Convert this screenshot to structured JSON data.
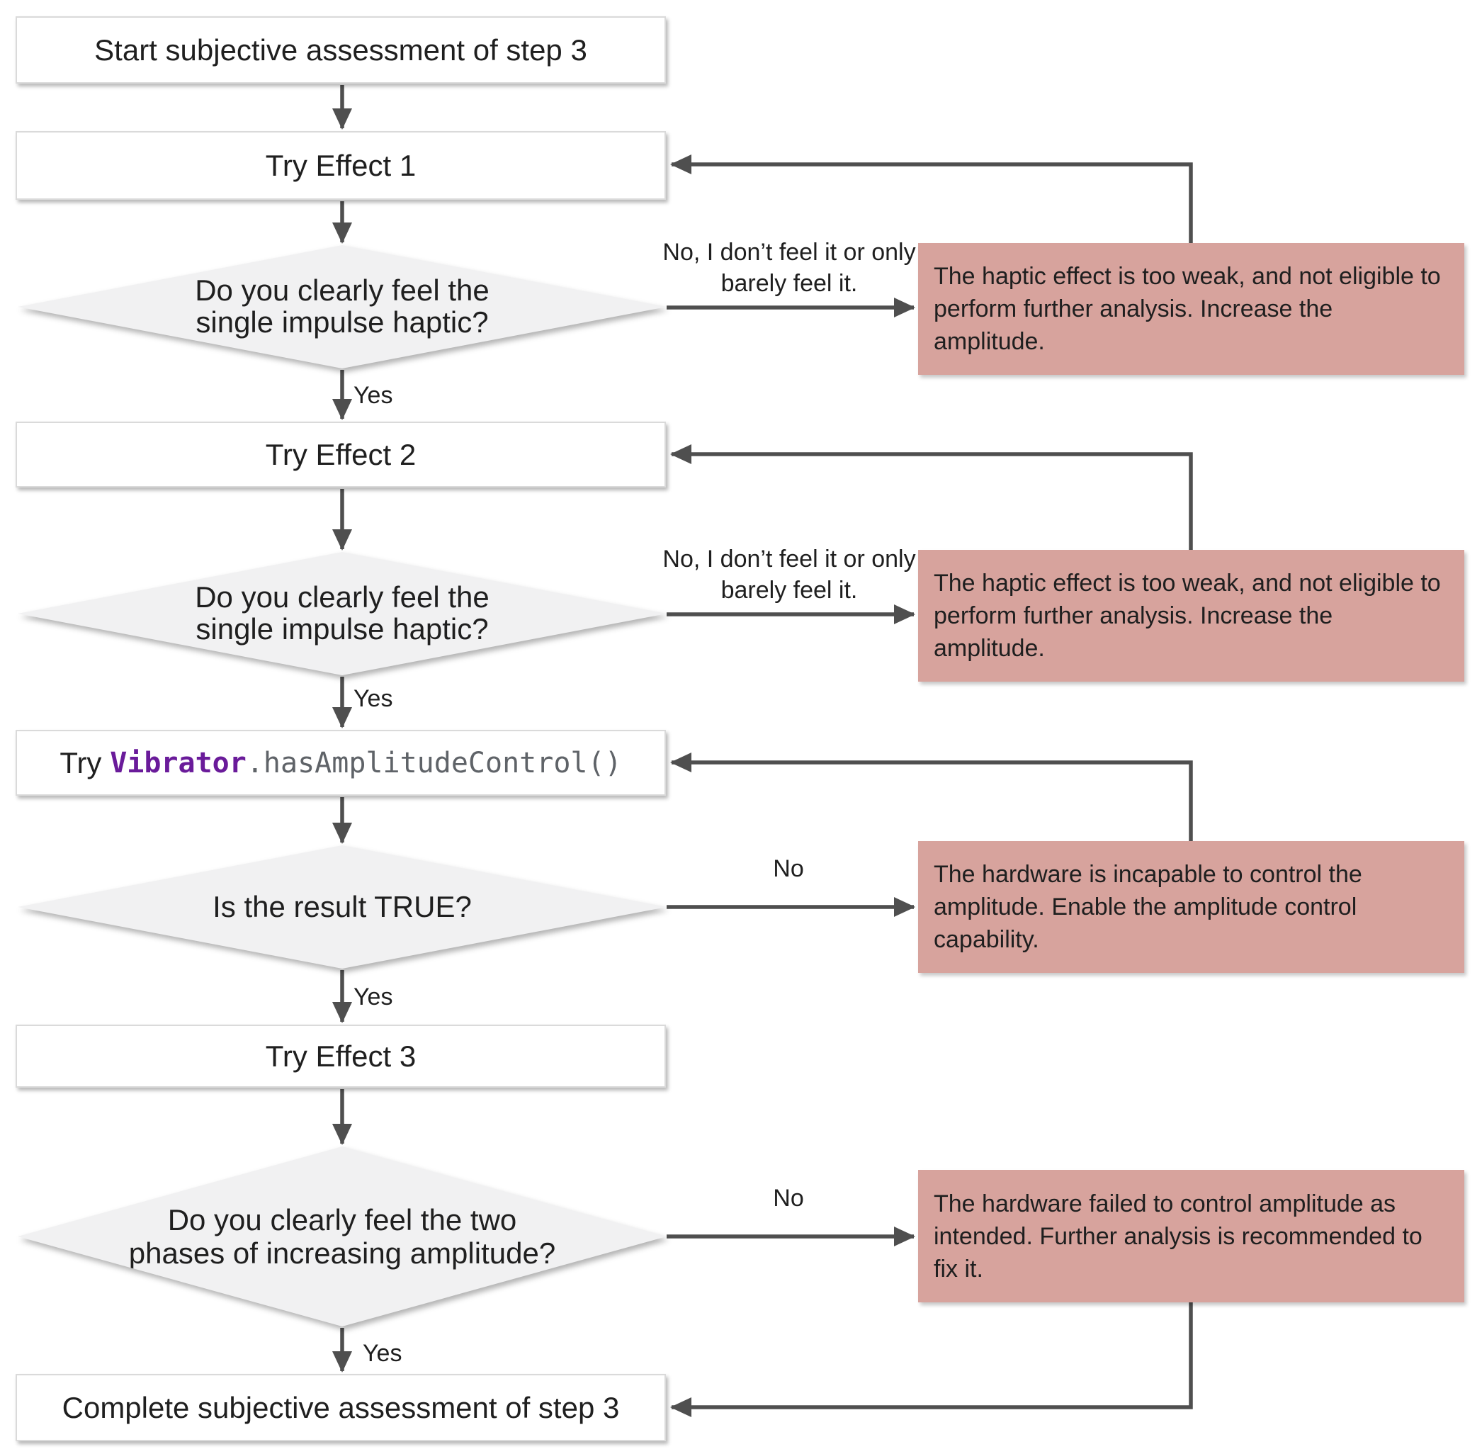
{
  "flow": {
    "nodes": {
      "start": {
        "label": "Start subjective assessment of step 3"
      },
      "try_effect_1": {
        "label": "Try Effect 1"
      },
      "decision_feel_1": {
        "label": "Do you clearly feel the single impulse haptic?"
      },
      "try_effect_2": {
        "label": "Try Effect 2"
      },
      "decision_feel_2": {
        "label": "Do you clearly feel the single impulse haptic?"
      },
      "api_check": {
        "prefix": "Try",
        "code_class": "Vibrator",
        "code_rest": ".hasAmplitudeControl()"
      },
      "decision_result_true": {
        "label": "Is the result TRUE?"
      },
      "try_effect_3": {
        "label": "Try Effect 3"
      },
      "decision_two_phases": {
        "label": "Do you clearly feel the two phases of increasing amplitude?"
      },
      "complete": {
        "label": "Complete subjective assessment of step 3"
      }
    },
    "alerts": {
      "too_weak_1": {
        "text": "The haptic effect is too weak, and not eligible to perform further analysis. Increase the amplitude."
      },
      "too_weak_2": {
        "text": "The haptic effect is too weak, and not eligible to perform further analysis. Increase the amplitude."
      },
      "no_amplitude_control": {
        "text": "The hardware is incapable to control the amplitude. Enable the amplitude control capability."
      },
      "failed_control": {
        "text": "The hardware failed to control amplitude as intended. Further analysis is recommended to fix it."
      }
    },
    "edge_labels": {
      "no_feel_1": "No, I don’t feel it or only barely feel it.",
      "no_feel_2": "No, I don’t feel it or only barely feel it.",
      "no_3": "No",
      "no_4": "No",
      "yes_1": "Yes",
      "yes_2": "Yes",
      "yes_3": "Yes",
      "yes_4": "Yes"
    },
    "colors": {
      "alert_bg": "#d7a39d",
      "connector": "#4f4f4f",
      "decision_bg": "#f1f1f2",
      "node_border": "#dadada",
      "code_class_color": "#6a1b9a",
      "code_rest_color": "#5f6368"
    }
  }
}
